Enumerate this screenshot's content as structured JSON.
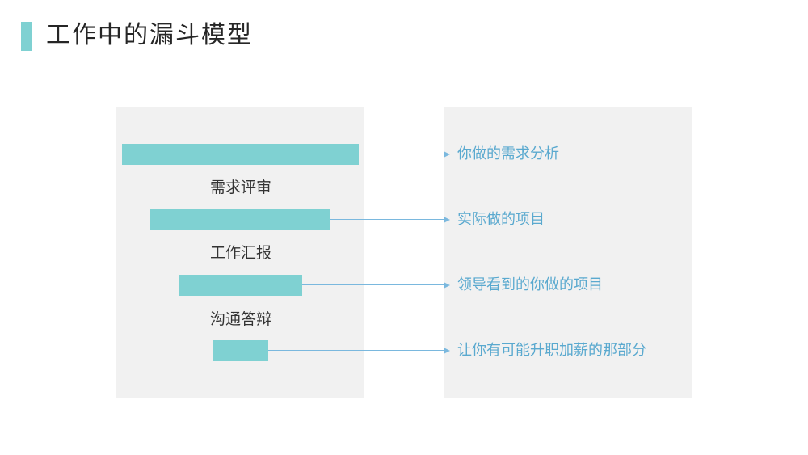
{
  "page": {
    "title": "工作中的漏斗模型"
  },
  "colors": {
    "accent": "#7fd1d2",
    "text_blue": "#5aa9cf",
    "line_blue": "#7ab8de",
    "panel_bg": "#f1f1f1"
  },
  "funnel": {
    "stages": [
      {
        "label": "需求评审"
      },
      {
        "label": "工作汇报"
      },
      {
        "label": "沟通答辩"
      }
    ],
    "outputs": [
      {
        "label": "你做的需求分析"
      },
      {
        "label": "实际做的项目"
      },
      {
        "label": "领导看到的你做的项目"
      },
      {
        "label": "让你有可能升职加薪的那部分"
      }
    ]
  }
}
